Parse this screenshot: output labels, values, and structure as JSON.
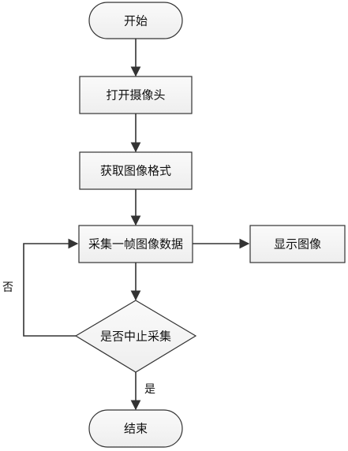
{
  "diagram": {
    "nodes": {
      "start": "开始",
      "open_camera": "打开摄像头",
      "get_format": "获取图像格式",
      "capture_frame": "采集一帧图像数据",
      "show_image": "显示图像",
      "decision": "是否中止采集",
      "end": "结束"
    },
    "edge_labels": {
      "no": "否",
      "yes": "是"
    }
  },
  "colors": {
    "node_fill": "#f5f5f5",
    "stroke": "#333333",
    "text": "#111111"
  }
}
